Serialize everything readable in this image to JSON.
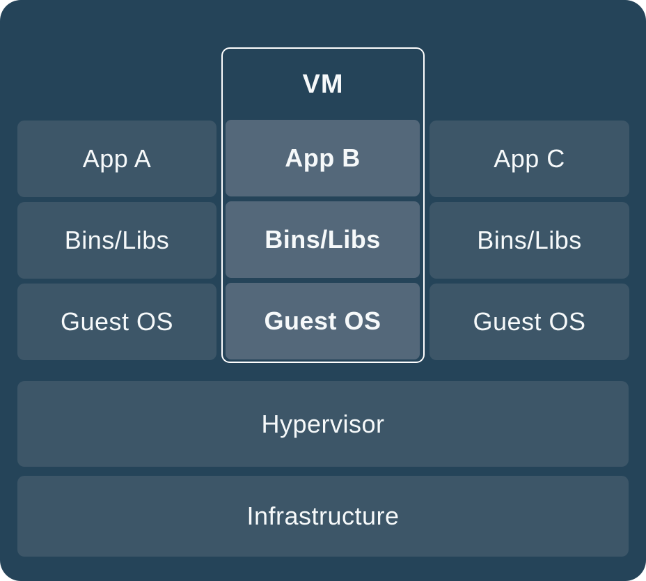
{
  "diagram": {
    "kind": "virtualization-architecture",
    "vm_group": {
      "title": "VM",
      "rows": [
        "App B",
        "Bins/Libs",
        "Guest OS"
      ]
    },
    "left_column": {
      "rows": [
        "App A",
        "Bins/Libs",
        "Guest OS"
      ]
    },
    "right_column": {
      "rows": [
        "App C",
        "Bins/Libs",
        "Guest OS"
      ]
    },
    "base_layers": [
      "Hypervisor",
      "Infrastructure"
    ]
  },
  "colors": {
    "page_bg": "#ffffff",
    "canvas_bg": "#254459",
    "box_bg": "#3d5668",
    "vm_box_bg": "#54687a",
    "vm_border": "#ffffff",
    "text": "#f6f9fa"
  }
}
